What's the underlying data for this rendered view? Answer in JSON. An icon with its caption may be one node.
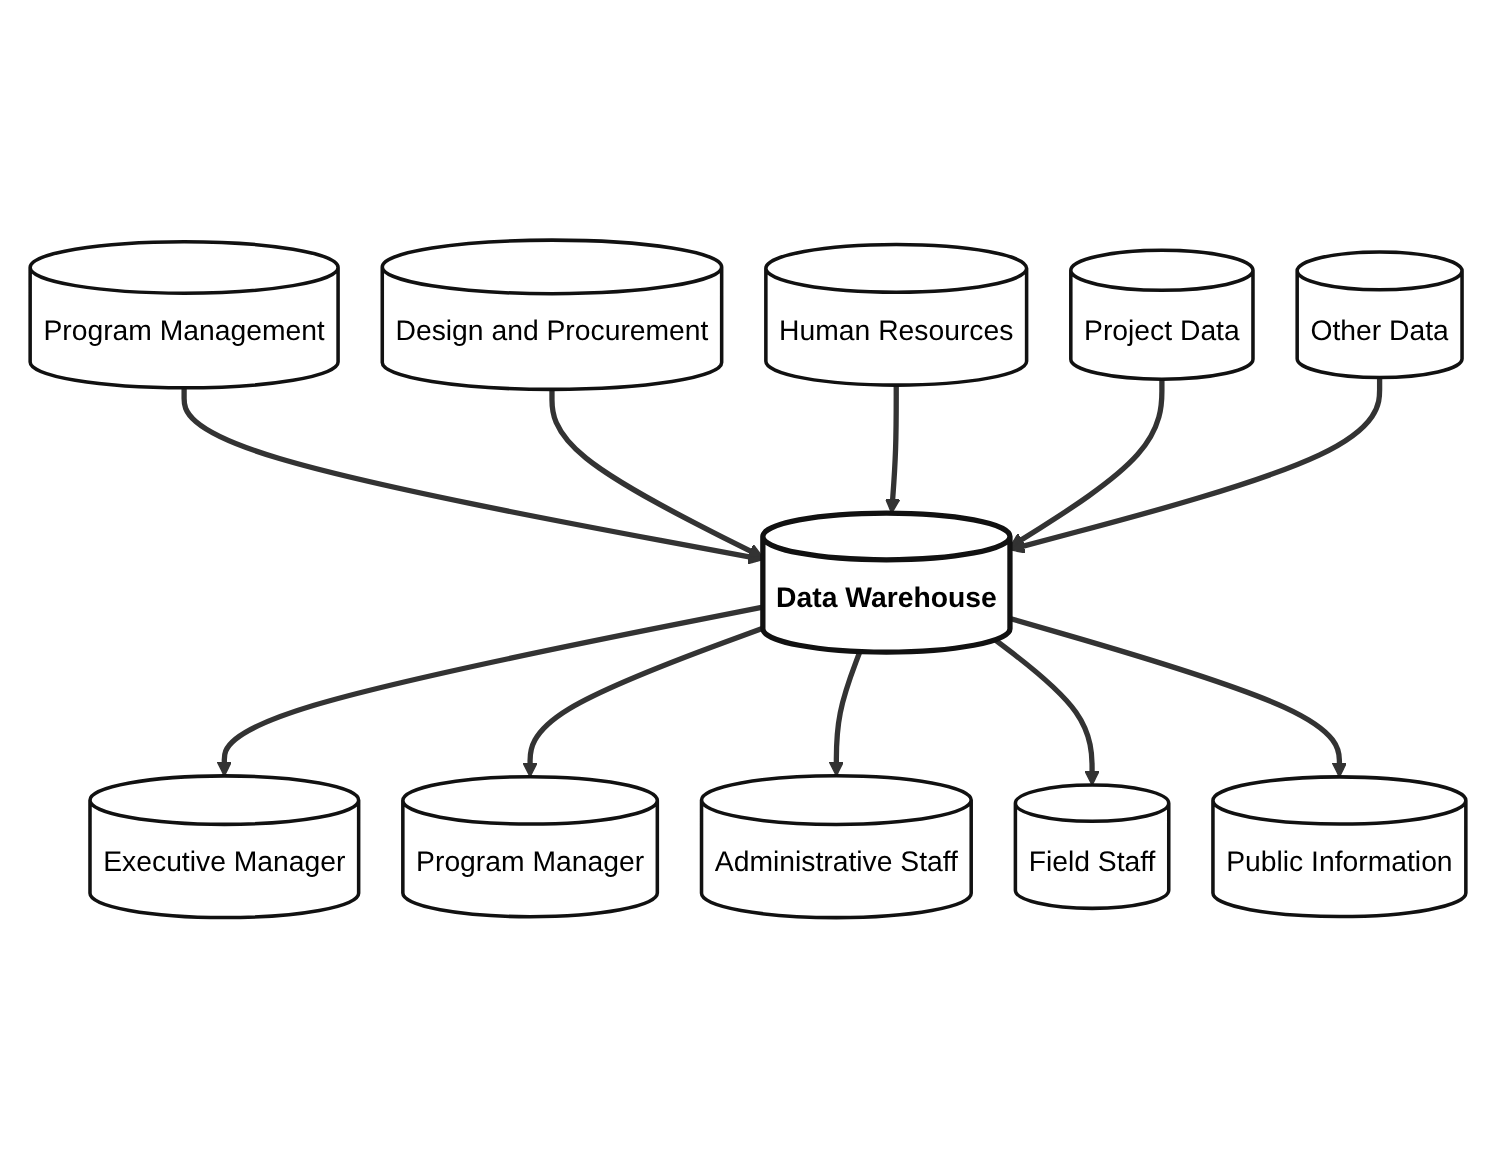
{
  "diagram": {
    "nodes": [
      {
        "text": [
          "Program Management"
        ]
      },
      {
        "text": [
          "Design and Procurement"
        ]
      },
      {
        "text": [
          "Human Resources"
        ]
      },
      {
        "text": [
          "Project Data"
        ]
      },
      {
        "text": [
          "Other Data"
        ]
      },
      {
        "text": [
          "Data Warehouse"
        ]
      },
      {
        "text": [
          "Executive Manager"
        ]
      },
      {
        "text": [
          "Program Manager"
        ]
      },
      {
        "text": [
          "Administrative Staff"
        ]
      },
      {
        "text": [
          "Field Staff"
        ]
      },
      {
        "text": [
          "Public Information"
        ]
      }
    ],
    "edges": [
      {
        "from": 0,
        "to": 5,
        "arrow": "to"
      },
      {
        "from": 1,
        "to": 5,
        "arrow": "to"
      },
      {
        "from": 2,
        "to": 5,
        "arrow": "to"
      },
      {
        "from": 3,
        "to": 5,
        "arrow": "to"
      },
      {
        "from": 4,
        "to": 5,
        "arrow": "to"
      },
      {
        "from": 5,
        "to": 6,
        "arrow": "to"
      },
      {
        "from": 5,
        "to": 7,
        "arrow": "to"
      },
      {
        "from": 5,
        "to": 8,
        "arrow": "to"
      },
      {
        "from": 5,
        "to": 9,
        "arrow": "to"
      },
      {
        "from": 5,
        "to": 10,
        "arrow": "to"
      }
    ]
  }
}
